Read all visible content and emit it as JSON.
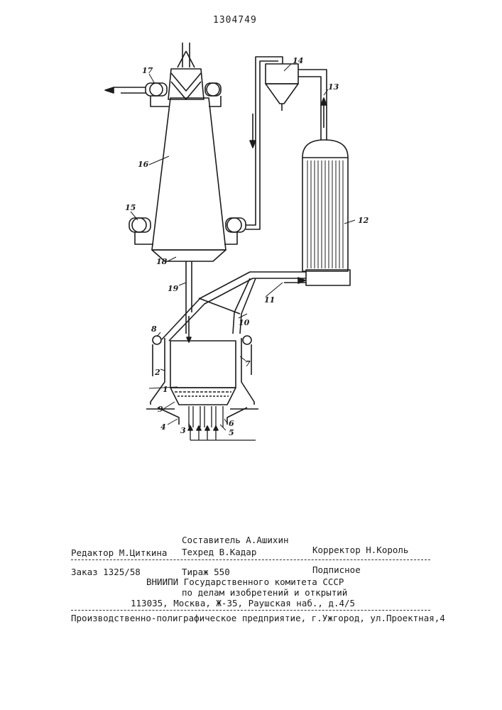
{
  "patent_number": "1304749",
  "diagram": {
    "labels": {
      "l1": "1",
      "l2": "2",
      "l3": "3",
      "l4": "4",
      "l5": "5",
      "l6": "6",
      "l7": "7",
      "l8": "8",
      "l9": "9",
      "l10": "10",
      "l11": "11",
      "l12": "12",
      "l13": "13",
      "l14": "14",
      "l15": "15",
      "l16": "16",
      "l17": "17",
      "l18": "18",
      "l19": "19"
    }
  },
  "colophon": {
    "compiler": "Составитель А.Ашихин",
    "editor": "Редактор М.Циткина",
    "techred": "Техред В.Кадар",
    "corrector": "Корректор Н.Король",
    "order": "Заказ 1325/58",
    "circulation": "Тираж 550",
    "subscription": "Подписное",
    "institute_line1": "ВНИИПИ Государственного комитета СССР",
    "institute_line2": "по делам изобретений и открытий",
    "address": "113035, Москва, Ж-35, Раушская наб., д.4/5",
    "printer": "Производственно-полиграфическое предприятие, г.Ужгород, ул.Проектная,4"
  }
}
